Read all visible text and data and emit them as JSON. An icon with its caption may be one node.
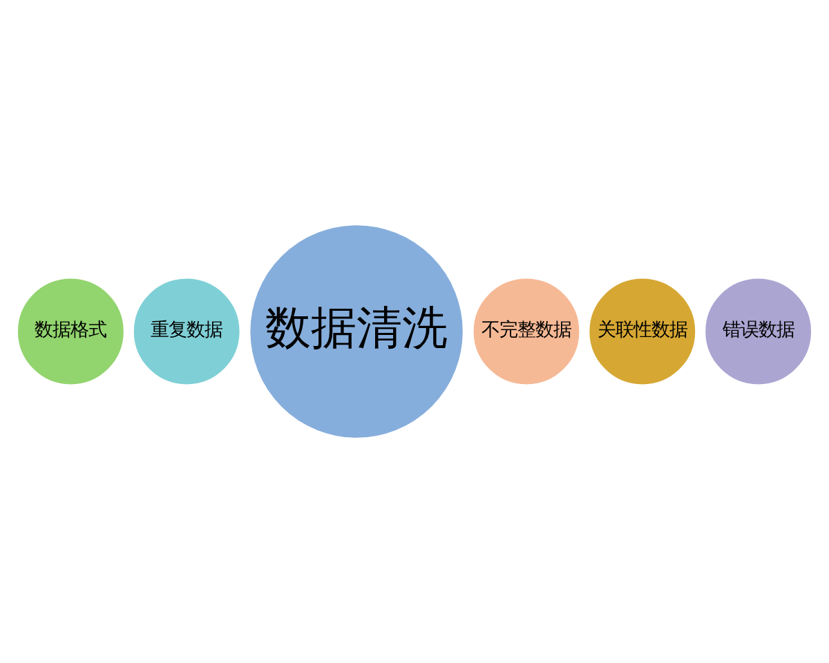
{
  "diagram": {
    "nodes": [
      {
        "text": [
          "数据清洗"
        ]
      },
      {
        "text": [
          "重复数据"
        ]
      },
      {
        "text": [
          "不完整数据"
        ]
      },
      {
        "text": [
          "关联性数据"
        ]
      },
      {
        "text": [
          "错误数据"
        ]
      },
      {
        "text": [
          "数据格式"
        ]
      }
    ]
  }
}
